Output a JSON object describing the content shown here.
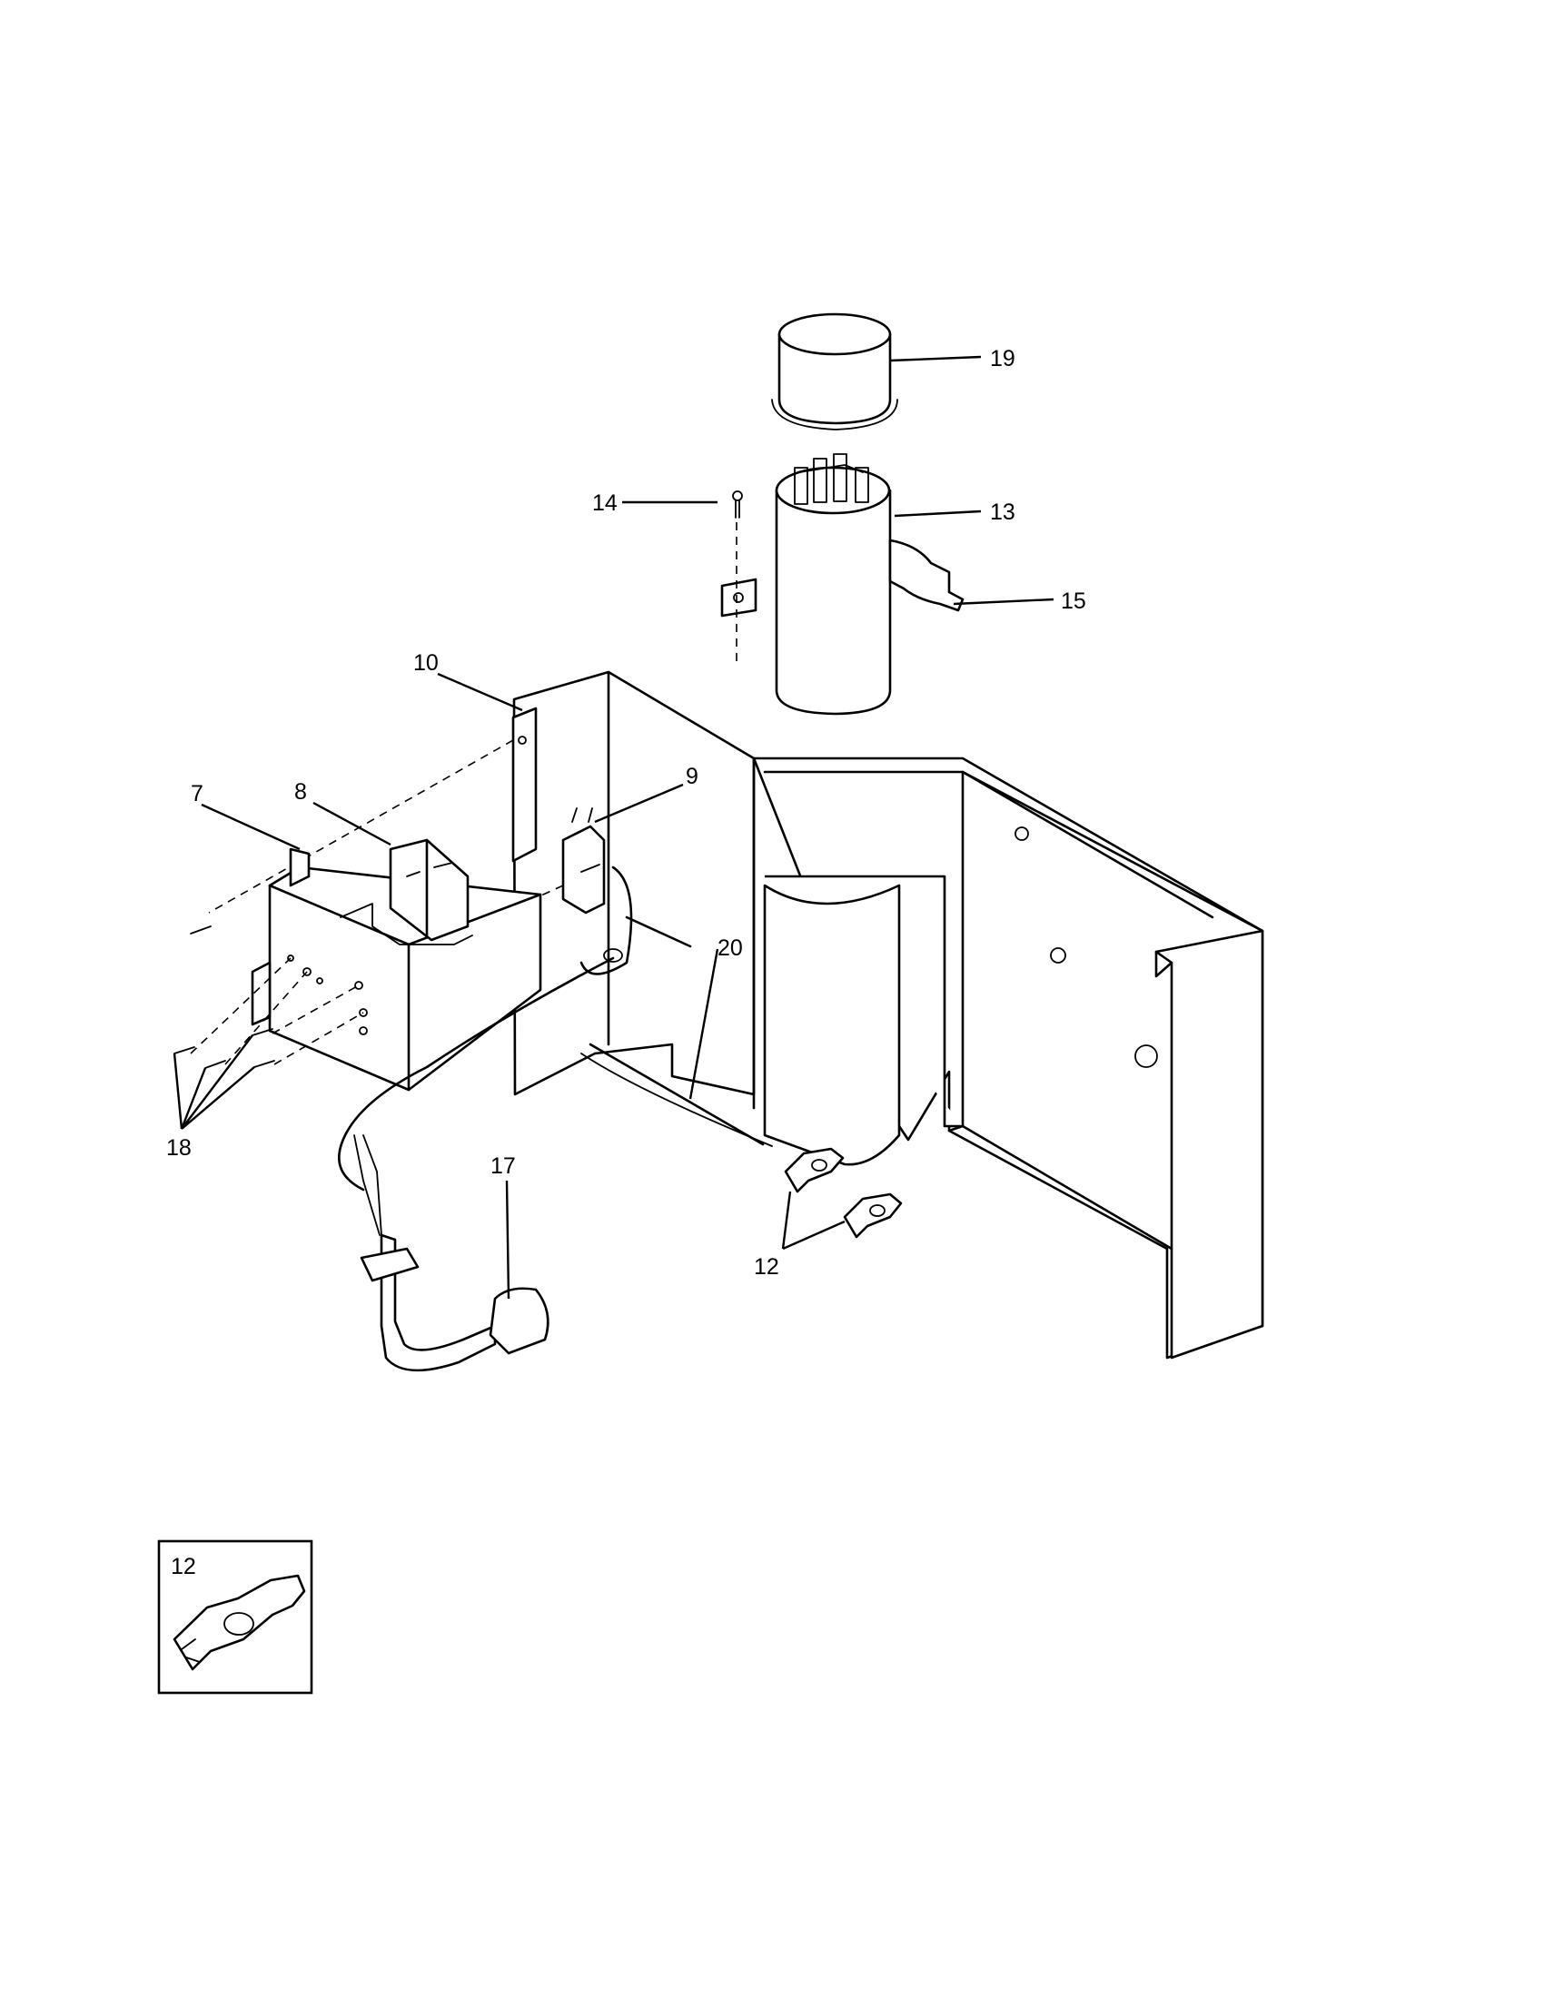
{
  "callouts": {
    "c19": "19",
    "c14": "14",
    "c13": "13",
    "c15": "15",
    "c10": "10",
    "c7": "7",
    "c8": "8",
    "c9": "9",
    "c20": "20",
    "c18": "18",
    "c17": "17",
    "c12": "12"
  },
  "inset": {
    "label": "12"
  }
}
